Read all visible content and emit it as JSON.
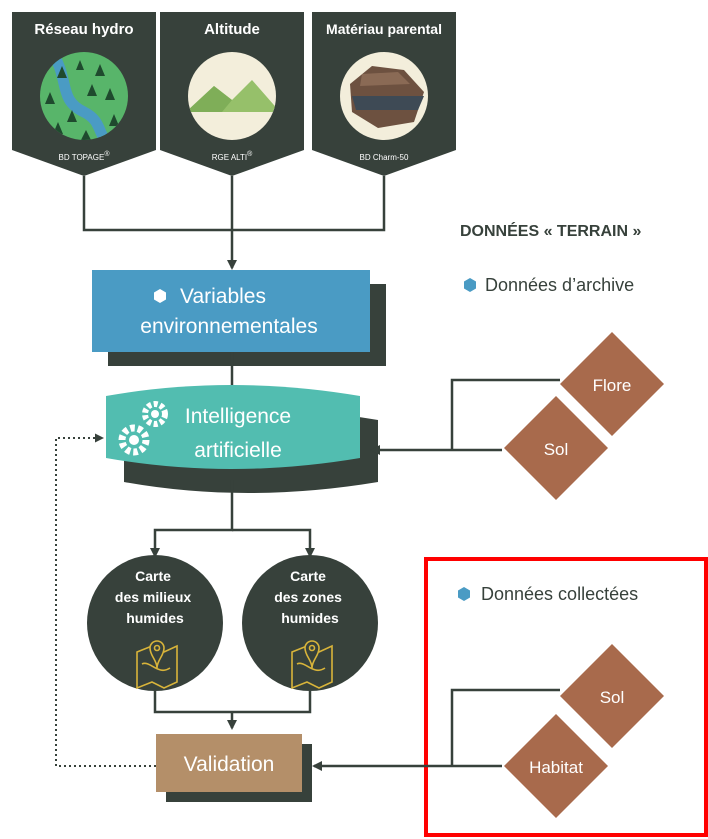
{
  "sources": [
    {
      "title": "Réseau hydro",
      "caption": "BD TOPAGE",
      "mark": "®"
    },
    {
      "title": "Altitude",
      "caption": "RGE ALTI",
      "mark": "®"
    },
    {
      "title": "Matériau parental",
      "caption": "BD Charm-50",
      "mark": ""
    }
  ],
  "process": {
    "variables": {
      "line1": "Variables",
      "line2": "environnementales"
    },
    "ia": {
      "line1": "Intelligence",
      "line2": "artificielle"
    },
    "maps": [
      {
        "lines": [
          "Carte",
          "des milieux",
          "humides"
        ]
      },
      {
        "lines": [
          "Carte",
          "des zones",
          "humides"
        ]
      }
    ],
    "validation": "Validation"
  },
  "terrain": {
    "title": "DONNÉES « TERRAIN »",
    "archive": {
      "label": "Données d’archive",
      "items": [
        "Flore",
        "Sol"
      ]
    },
    "collected": {
      "label": "Données collectées",
      "items": [
        "Sol",
        "Habitat"
      ]
    }
  },
  "colors": {
    "dark": "#37413b",
    "blue": "#4a9bc4",
    "teal": "#52bdb0",
    "brown": "#a86a4c",
    "validation": "#b48f69",
    "highlight": "#ff0000",
    "bullet": "#4a9bc4"
  }
}
